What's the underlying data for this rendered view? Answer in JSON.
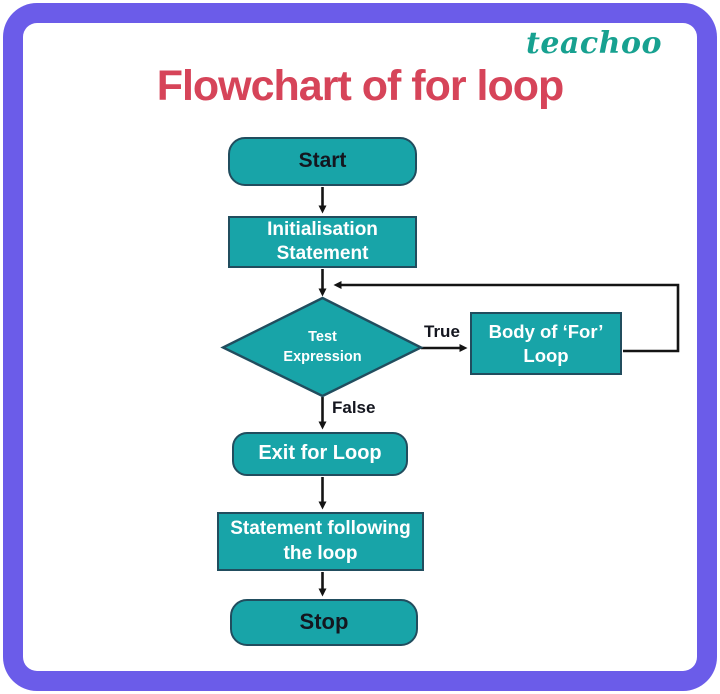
{
  "page": {
    "logo": "teachoo",
    "title": "Flowchart of for loop"
  },
  "colors": {
    "frame": "#6b5ce9",
    "node_fill": "#18a4a8",
    "node_border": "#214d5e",
    "title": "#d64459",
    "logo": "#17a190",
    "arrow": "#141414",
    "dark_text": "#14161f",
    "light_text": "#ffffff"
  },
  "flowchart": {
    "nodes": [
      {
        "id": "start",
        "type": "terminator",
        "label": "Start"
      },
      {
        "id": "init",
        "type": "process",
        "label": "Initialisation Statement"
      },
      {
        "id": "test",
        "type": "decision",
        "label": "Test Expression"
      },
      {
        "id": "body",
        "type": "process",
        "label": "Body of ‘For’ Loop"
      },
      {
        "id": "exit",
        "type": "terminator",
        "label": "Exit for Loop"
      },
      {
        "id": "statement",
        "type": "process",
        "label": "Statement following the loop"
      },
      {
        "id": "stop",
        "type": "terminator",
        "label": "Stop"
      }
    ],
    "edge_labels": {
      "true": "True",
      "false": "False"
    }
  }
}
